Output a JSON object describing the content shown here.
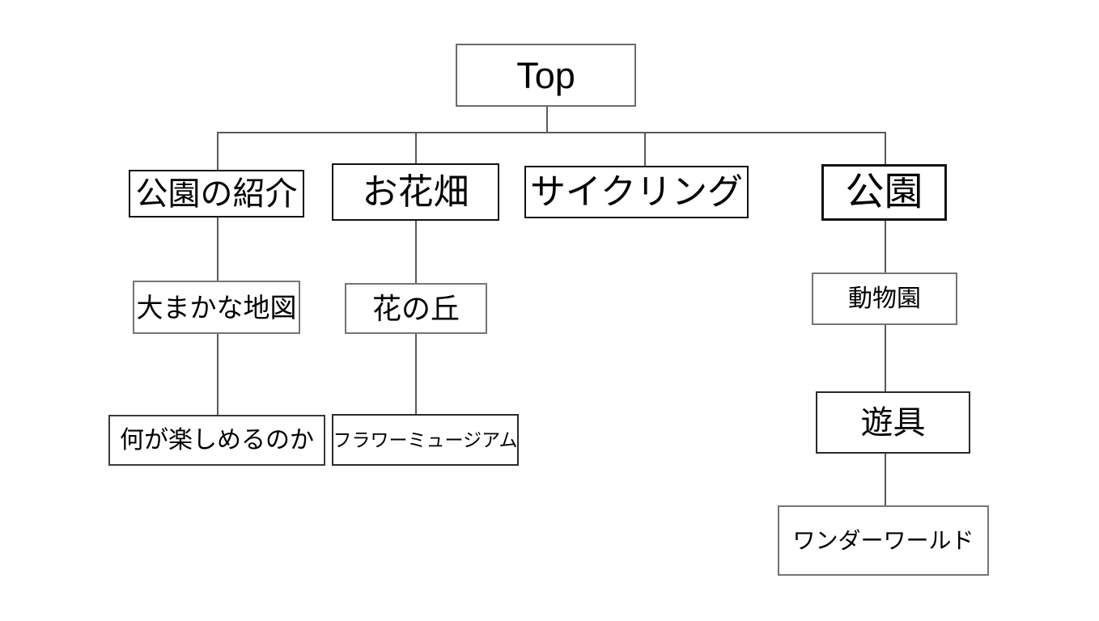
{
  "diagram": {
    "type": "sitemap-tree",
    "nodes": {
      "top": {
        "label": "Top"
      },
      "park_intro": {
        "label": "公園の紹介"
      },
      "flower_field": {
        "label": "お花畑"
      },
      "cycling": {
        "label": "サイクリング"
      },
      "park": {
        "label": "公園"
      },
      "rough_map": {
        "label": "大まかな地図"
      },
      "flower_hill": {
        "label": "花の丘"
      },
      "zoo": {
        "label": "動物園"
      },
      "what_enjoy": {
        "label": "何が楽しめるのか"
      },
      "flower_museum": {
        "label": "フラワーミュージアム"
      },
      "playground": {
        "label": "遊具"
      },
      "wonder_world": {
        "label": "ワンダーワールド"
      }
    },
    "edges": [
      {
        "from": "Top",
        "to": "公園の紹介"
      },
      {
        "from": "Top",
        "to": "お花畑"
      },
      {
        "from": "Top",
        "to": "サイクリング"
      },
      {
        "from": "Top",
        "to": "公園"
      },
      {
        "from": "公園の紹介",
        "to": "大まかな地図"
      },
      {
        "from": "大まかな地図",
        "to": "何が楽しめるのか"
      },
      {
        "from": "お花畑",
        "to": "花の丘"
      },
      {
        "from": "花の丘",
        "to": "フラワーミュージアム"
      },
      {
        "from": "公園",
        "to": "動物園"
      },
      {
        "from": "動物園",
        "to": "遊具"
      },
      {
        "from": "遊具",
        "to": "ワンダーワールド"
      }
    ],
    "colors": {
      "background": "#ffffff",
      "box_border_dark": "#111111",
      "box_border_gray": "#757575",
      "connector_line": "#5a5a5a",
      "text": "#000000"
    }
  }
}
